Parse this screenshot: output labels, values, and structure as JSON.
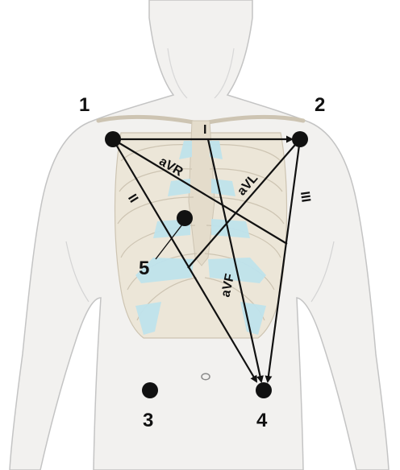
{
  "electrodes": {
    "e1": "1",
    "e2": "2",
    "e3": "3",
    "e4": "4",
    "e5": "5"
  },
  "leads": {
    "I": "I",
    "II": "II",
    "III": "III",
    "aVR": "aVR",
    "aVL": "aVL",
    "aVF": "aVF"
  },
  "colors": {
    "skin": "#f2f1ef",
    "outline": "#c4c4c4",
    "rib_fill": "#eae4d6",
    "rib_stroke": "#cdc4b2",
    "cartilage": "#bfe3ec",
    "ink": "#111111"
  }
}
